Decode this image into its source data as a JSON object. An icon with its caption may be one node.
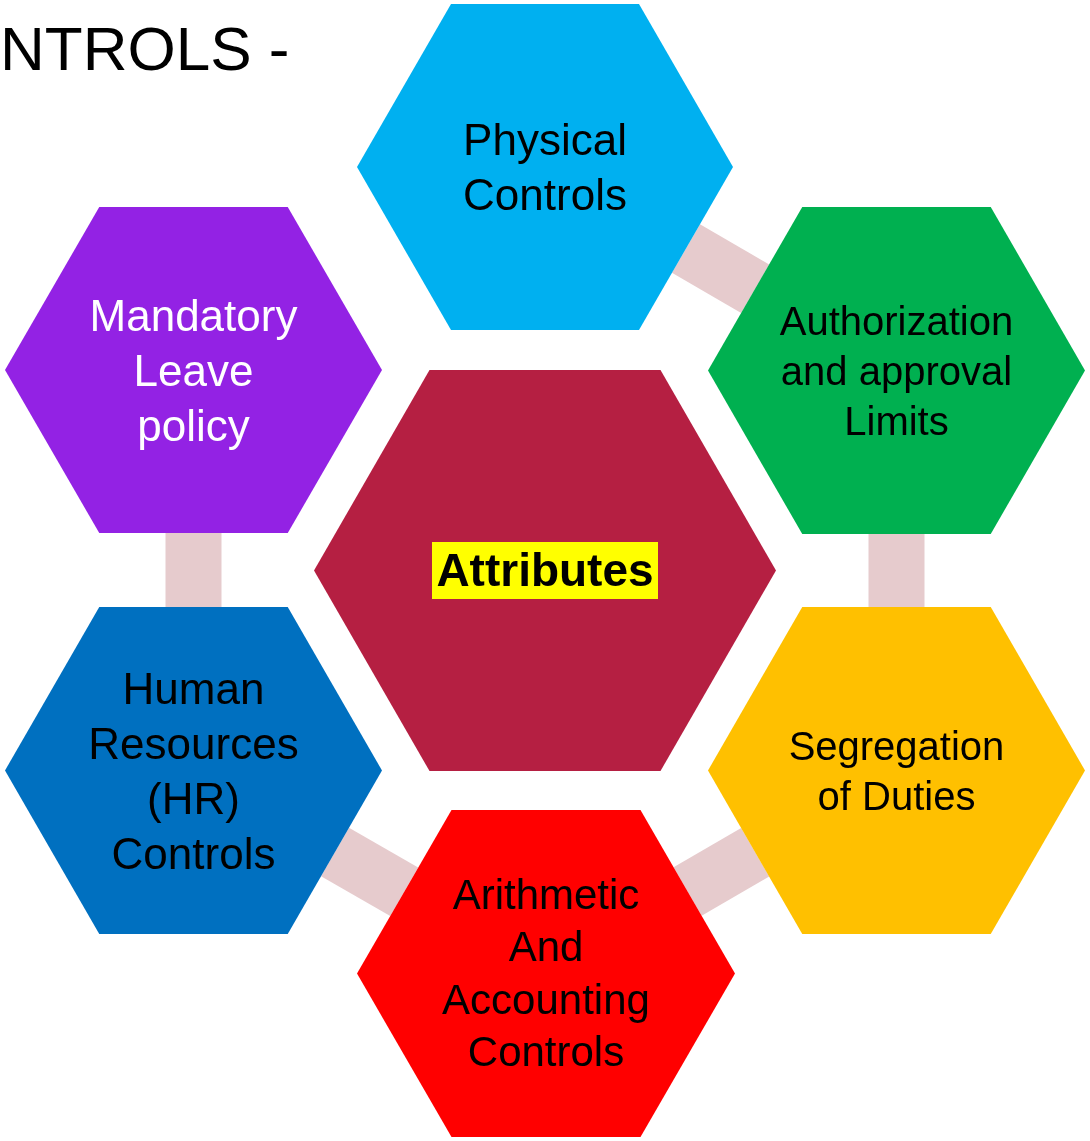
{
  "diagram": {
    "nodes": [
      {
        "text": [
          "Physical Controls"
        ]
      },
      {
        "text": [
          "Mandatory Leave policy"
        ]
      },
      {
        "text": [
          "Authorization and approval Limits"
        ]
      },
      {
        "text": [
          "Attributes"
        ]
      },
      {
        "text": [
          "Human Resources (HR) Controls"
        ]
      },
      {
        "text": [
          "Segregation of Duties"
        ]
      },
      {
        "text": [
          "Arithmetic And Accounting Controls"
        ]
      }
    ],
    "edges": [
      {
        "from": 0,
        "to": 2,
        "arrow": "none"
      },
      {
        "from": 2,
        "to": 5,
        "arrow": "none"
      },
      {
        "from": 5,
        "to": 6,
        "arrow": "none"
      },
      {
        "from": 6,
        "to": 4,
        "arrow": "none"
      },
      {
        "from": 4,
        "to": 1,
        "arrow": "none"
      }
    ],
    "labels": [
      "NTROLS -"
    ]
  }
}
